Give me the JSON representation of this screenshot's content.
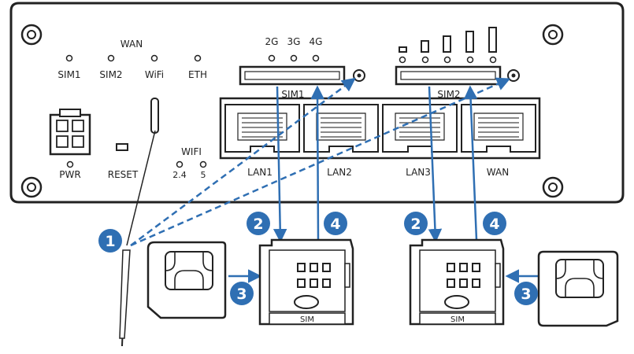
{
  "led_labels": {
    "wan_group": "WAN",
    "sim1": "SIM1",
    "sim2": "SIM2",
    "wifi": "WiFi",
    "eth": "ETH"
  },
  "signal_labels": {
    "g2": "2G",
    "g3": "3G",
    "g4": "4G"
  },
  "power": {
    "pwr": "PWR",
    "reset": "RESET"
  },
  "wifi_band": {
    "title": "WIFI",
    "b24": "2.4",
    "b5": "5"
  },
  "slots": {
    "sim1": "SIM1",
    "sim2": "SIM2"
  },
  "ports": {
    "lan1": "LAN1",
    "lan2": "LAN2",
    "lan3": "LAN3",
    "wan": "WAN"
  },
  "steps": {
    "s1": "1",
    "s2": "2",
    "s3": "3",
    "s4": "4"
  },
  "tray": {
    "label": "SIM"
  },
  "colors": {
    "arrow": "#2f6fb3",
    "badge": "#2f6fb3",
    "line": "#222222"
  }
}
